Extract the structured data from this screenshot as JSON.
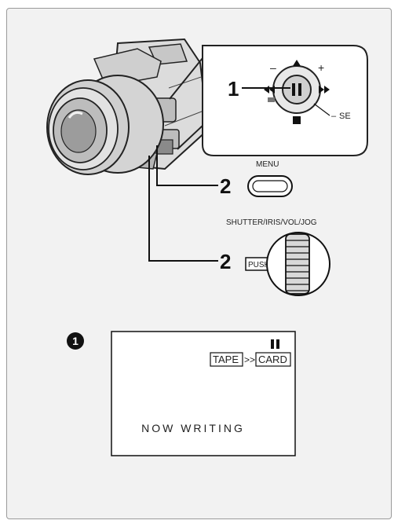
{
  "steps": {
    "step_1": "1",
    "step_2a": "2",
    "step_2b": "2"
  },
  "labels": {
    "menu": "MENU",
    "shutter_dial": "SHUTTER/IRIS/VOL/JOG",
    "push": "PUSH",
    "se": "SE"
  },
  "lcd": {
    "callout_number": "1",
    "tape": "TAPE",
    "arrows": ">>",
    "card": "CARD",
    "status": "NOW WRITING"
  }
}
